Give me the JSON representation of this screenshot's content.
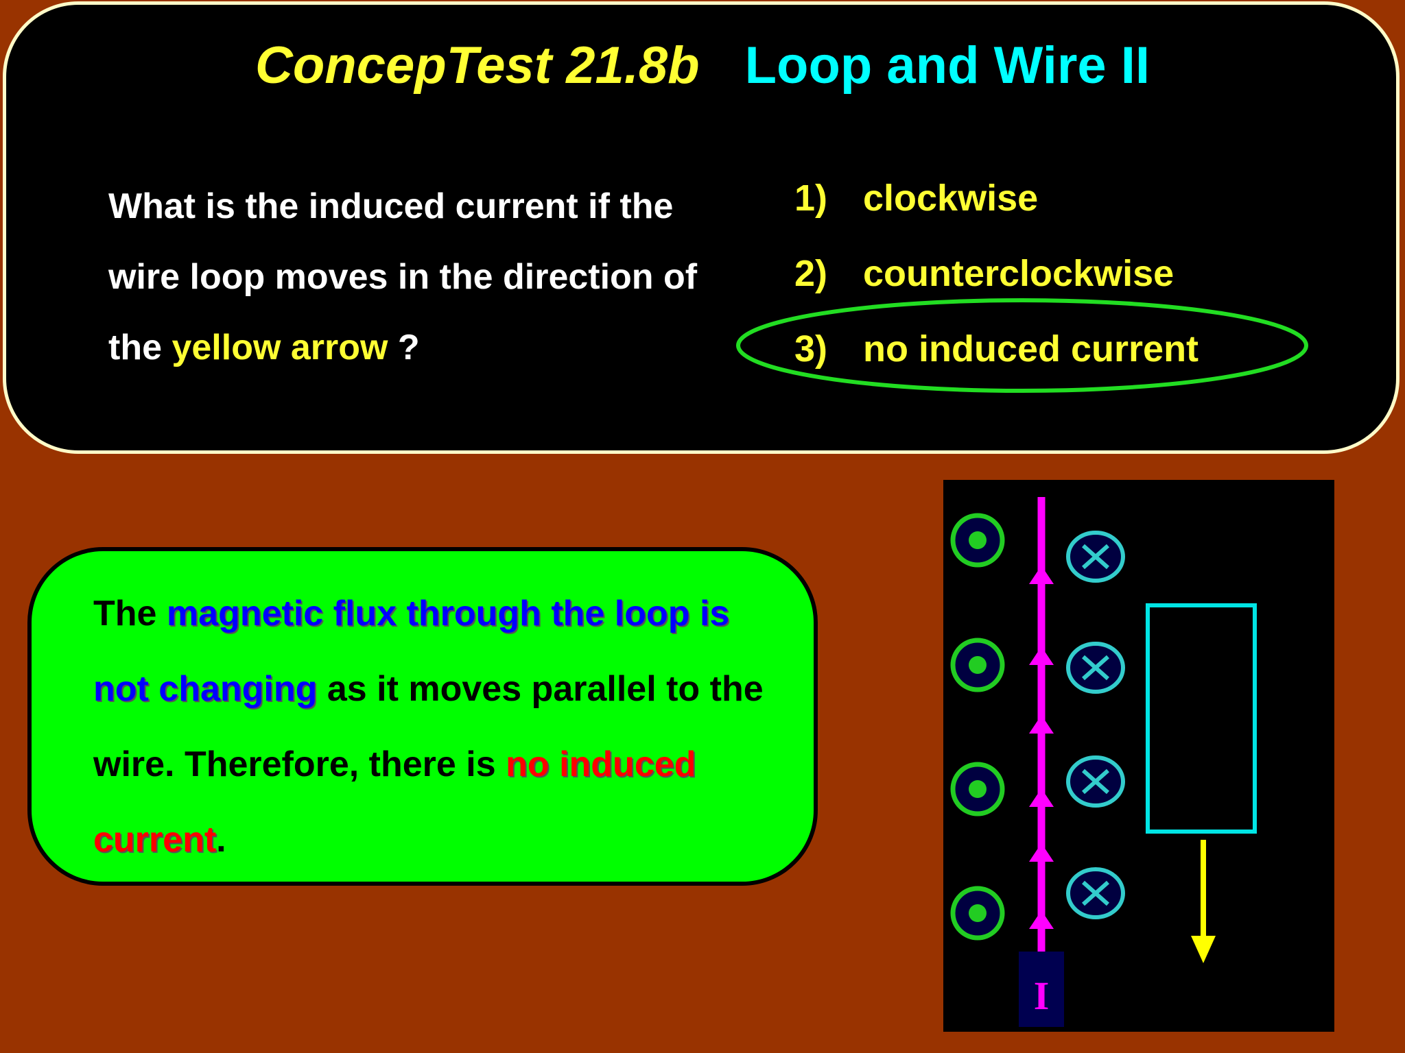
{
  "title": {
    "test_label": "ConcepTest 21.8b",
    "topic": "Loop and Wire II"
  },
  "question": {
    "part1": "What is the induced current if the wire loop moves in the direction of the ",
    "highlight": "yellow arrow",
    "part2": " ?"
  },
  "options": [
    {
      "number": "1)",
      "text": "clockwise"
    },
    {
      "number": "2)",
      "text": "counterclockwise"
    },
    {
      "number": "3)",
      "text": "no induced current"
    }
  ],
  "selected_option": 3,
  "explanation": {
    "part1": "The ",
    "blue": "magnetic flux through the loop is not changing",
    "part2": " as it moves parallel to the wire.  Therefore, there is ",
    "red": "no induced current",
    "part3": "."
  },
  "diagram": {
    "current_label": "I",
    "field_out_symbols": 4,
    "field_in_symbols": 4,
    "colors": {
      "wire": "#ff00ff",
      "field_out": "#22cc22",
      "field_in": "#33cccc",
      "loop": "#00e5e5",
      "motion_arrow": "#ffff00",
      "label_box": "#000050"
    }
  },
  "colors": {
    "background": "#993300",
    "title_label": "#ffff33",
    "title_topic": "#00ffff",
    "answer_ellipse": "#22dd22",
    "explanation_box": "#00ff00"
  }
}
